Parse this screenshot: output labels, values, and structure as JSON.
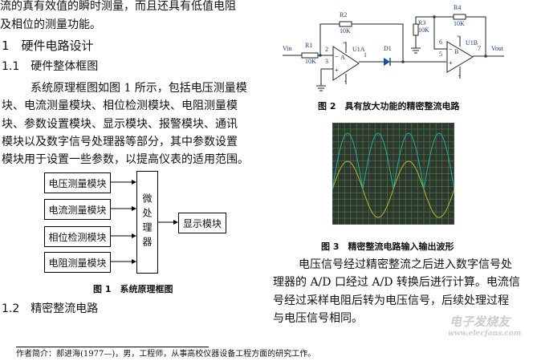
{
  "left": {
    "intro_lines": [
      "流的真有效值的瞬时测量，而且还具有低值电阻",
      "及相位的测量功能。"
    ],
    "section1": "1　硬件电路设计",
    "section1_1": "1.1　硬件整体框图",
    "paragraph_lines": [
      "系统原理框图如图 1 所示，包括电压测量模",
      "块、电流测量模块、相位检测模块、电阻测量模",
      "块、参数设置模块、显示模块、报警模块、通讯",
      "模块以及数字信号处理器等部分，其中参数设置",
      "模块用于设置一些参数，以提高仪表的适用范围。"
    ],
    "diagram": {
      "inputs": [
        "电压测量模块",
        "电流测量模块",
        "相位检测模块",
        "电阻测量模块"
      ],
      "mcu": "微处理器",
      "display": "显示模块"
    },
    "fig1_caption": "图 1　系统原理框图",
    "section1_2": "1.2　精密整流电路",
    "footnote": "作者简介：郝进海(1977—)，男，工程师，从事高校仪器设备工程方面的研究工作。"
  },
  "right": {
    "circuit": {
      "vin": "Vin",
      "vout": "Vout",
      "r1": "R1",
      "r1v": "10K",
      "r2": "R2",
      "r2v": "10K",
      "r3": "R3",
      "r3v": "10K",
      "r4": "R4",
      "r4v": "10K",
      "u1a": "U1A",
      "u1b": "U1B",
      "d1": "D1",
      "a": "A",
      "b": "B",
      "p2": "2",
      "p3": "3",
      "p1": "1",
      "p6": "6",
      "p5": "5",
      "p7": "7",
      "p8a": "∞",
      "p8b": "∞",
      "p4a": "4",
      "p4b": "4",
      "minus": "−",
      "plus": "+"
    },
    "fig2_caption": "图 2　具有放大功能的精密整流电路",
    "fig3_caption": "图 3　精密整流电路输入输出波形",
    "paragraph_lines": [
      "电压信号经过精密整流之后进入数字信号处",
      "理器的 A/D 口经过 A/D 转换后进行计算。电流信",
      "号经过采样电阻后转为电压信号，后续处理过程",
      "与电压信号相同。"
    ],
    "scope": {
      "bg": "#333333",
      "grid": "#2e8b2e",
      "input_color": "#b8b830",
      "output_color": "#2aa8a0"
    }
  },
  "watermark": {
    "text": "电子发烧友",
    "url_text": "www.elecfans.com"
  }
}
